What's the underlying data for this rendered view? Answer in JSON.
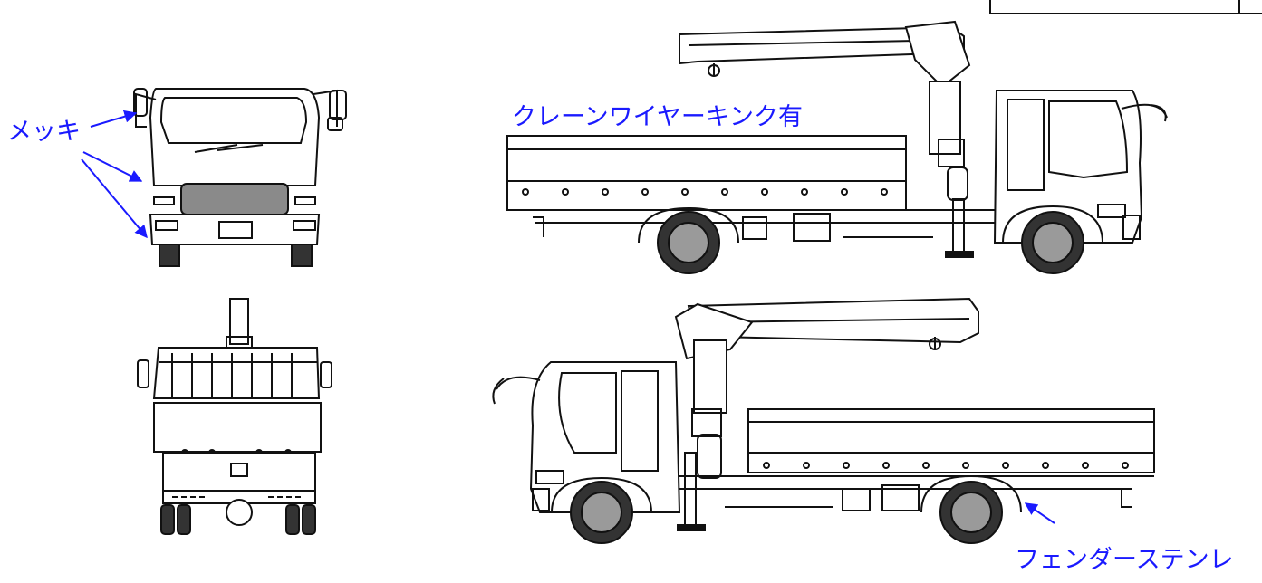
{
  "labels": {
    "plating": "メッキ",
    "crane_wire_kink": "クレーンワイヤーキンク有",
    "fender_stainless": "フェンダーステンレ"
  },
  "colors": {
    "annotation": "#1a1aff",
    "line": "#111111",
    "tire_fill": "#9a9a9a"
  }
}
